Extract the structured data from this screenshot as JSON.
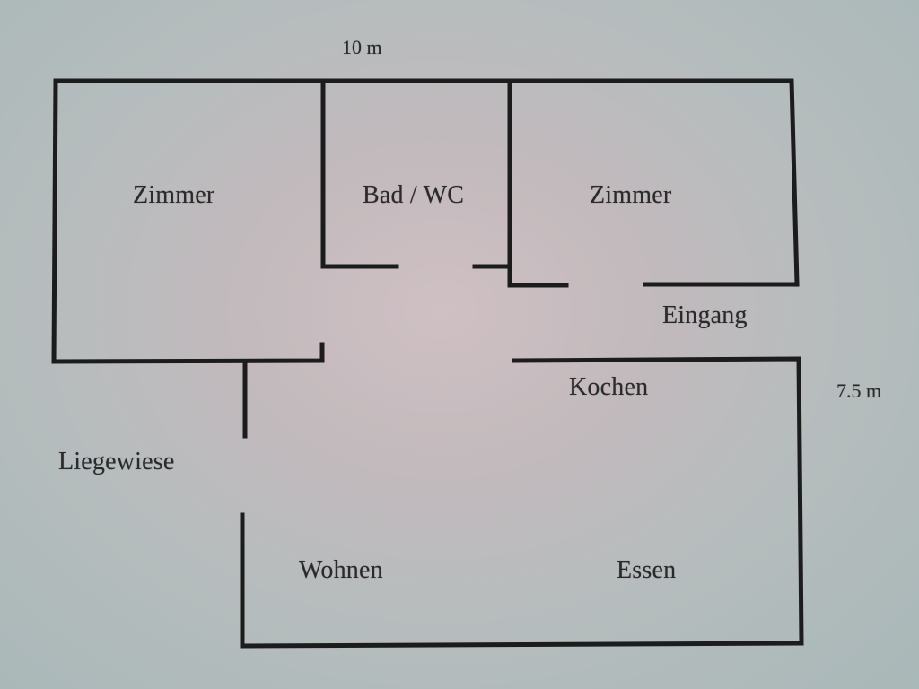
{
  "floor_plan": {
    "dimensions": {
      "width": "10 m",
      "depth": "7.5 m"
    },
    "rooms": [
      {
        "id": "zimmer-left",
        "label": "Zimmer"
      },
      {
        "id": "bad-wc",
        "label": "Bad / WC"
      },
      {
        "id": "zimmer-right",
        "label": "Zimmer"
      },
      {
        "id": "kochen",
        "label": "Kochen"
      },
      {
        "id": "wohnen",
        "label": "Wohnen"
      },
      {
        "id": "essen",
        "label": "Essen"
      }
    ],
    "areas": {
      "entrance": "Eingang",
      "lawn": "Liegewiese"
    },
    "colors": {
      "wall": "#1c1c1c",
      "text": "#2a2a2a",
      "paper": "#bcbcbe"
    }
  }
}
